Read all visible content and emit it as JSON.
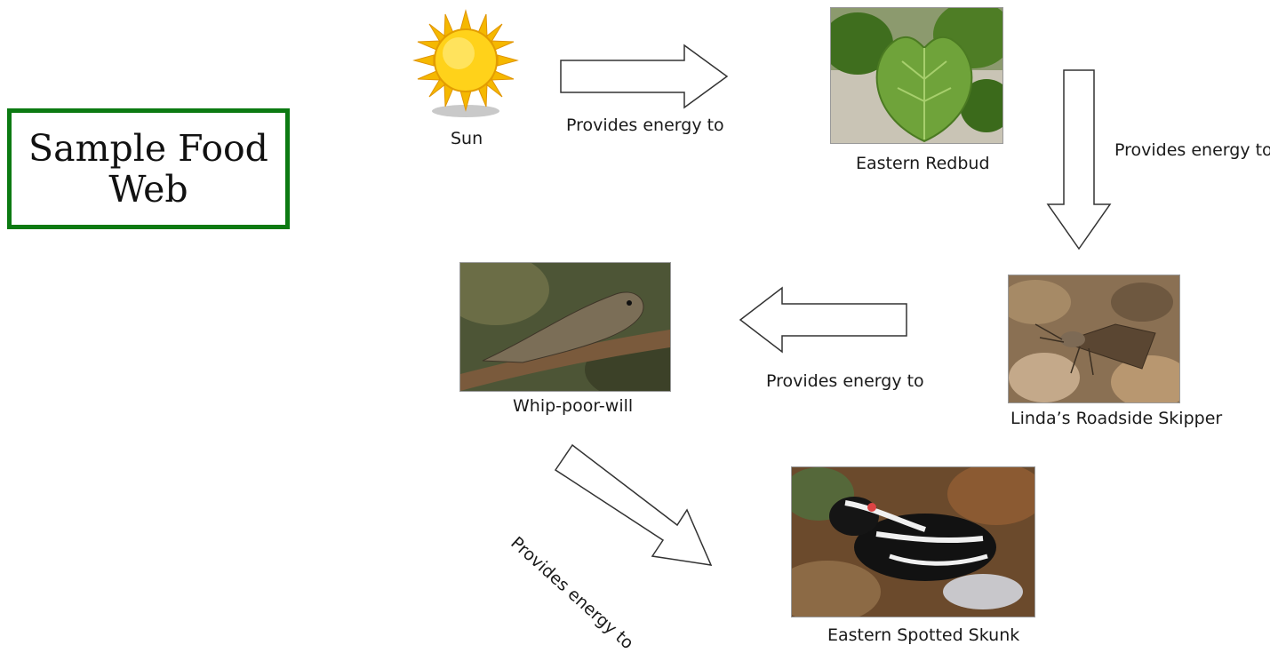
{
  "title": "Sample Food Web",
  "nodes": [
    {
      "id": "sun",
      "label": "Sun"
    },
    {
      "id": "redbud",
      "label": "Eastern Redbud"
    },
    {
      "id": "skipper",
      "label": "Linda’s Roadside Skipper"
    },
    {
      "id": "whippoorwill",
      "label": "Whip-poor-will"
    },
    {
      "id": "skunk",
      "label": "Eastern Spotted Skunk"
    }
  ],
  "edges": [
    {
      "from": "sun",
      "to": "redbud",
      "label": "Provides energy to"
    },
    {
      "from": "redbud",
      "to": "skipper",
      "label": "Provides energy to"
    },
    {
      "from": "skipper",
      "to": "whippoorwill",
      "label": "Provides energy to"
    },
    {
      "from": "whippoorwill",
      "to": "skunk",
      "label": "Provides energy to"
    }
  ],
  "colors": {
    "title_border": "#0c7a12",
    "sun_fill": "#f7c600",
    "arrow_stroke": "#333333"
  }
}
